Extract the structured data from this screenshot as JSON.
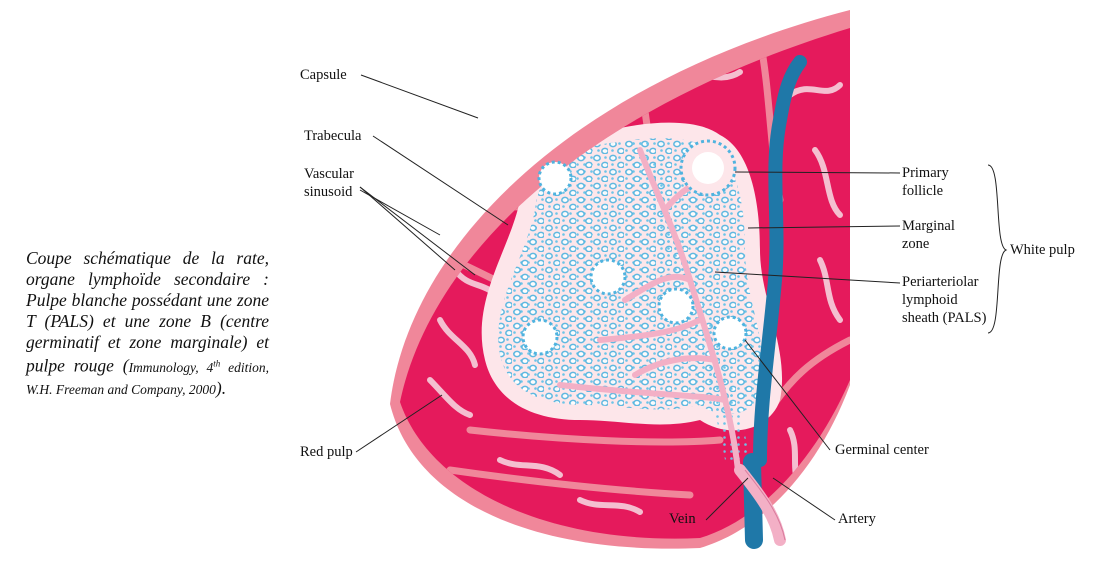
{
  "caption": {
    "main": "Coupe schématique de la rate, organe lymphoïde secondaire : Pulpe blanche possédant une zone T (PALS) et une zone B (centre germinatif et zone marginale) et pulpe rouge (",
    "source_1": "Immunology, 4",
    "source_sup": "th",
    "source_2": " edition, W.H. Freeman and Company, 2000",
    "close": ")."
  },
  "labels": {
    "capsule": "Capsule",
    "trabecula": "Trabecula",
    "vascular_sinusoid_1": "Vascular",
    "vascular_sinusoid_2": "sinusoid",
    "red_pulp": "Red pulp",
    "vein": "Vein",
    "artery": "Artery",
    "germinal_center": "Germinal center",
    "primary_follicle_1": "Primary",
    "primary_follicle_2": "follicle",
    "marginal_zone_1": "Marginal",
    "marginal_zone_2": "zone",
    "pals_1": "Periarteriolar",
    "pals_2": "lymphoid",
    "pals_3": "sheath (PALS)",
    "white_pulp": "White pulp"
  },
  "colors": {
    "capsule": "#f0879a",
    "red_pulp": "#e51a5c",
    "marginal_zone": "#fde6ea",
    "white_pulp_cells": "#5bbde3",
    "vein": "#1f78a8",
    "artery": "#f3b0c6",
    "sinusoid": "#f2b9cc",
    "line": "#222222"
  }
}
